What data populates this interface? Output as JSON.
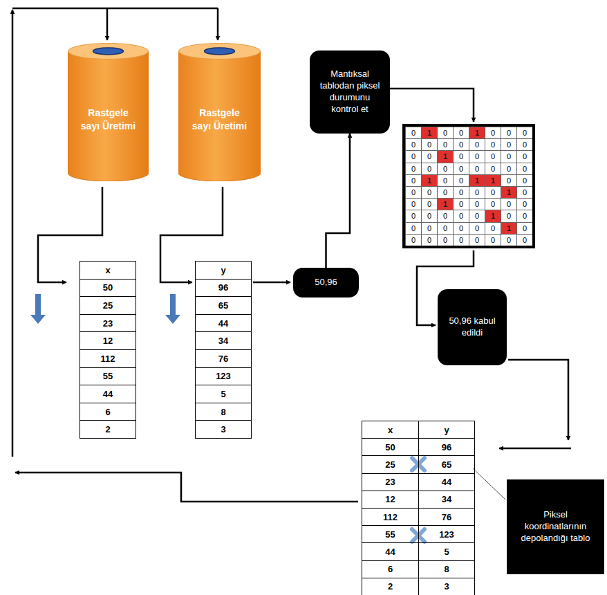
{
  "diagram": {
    "nodes": [
      {
        "text": [
          "Rastgele sayı Üretimi"
        ]
      },
      {
        "text": [
          "Rastgele sayı Üretimi"
        ]
      },
      {
        "text": [
          "Mantıksal tablodan piksel durumunu kontrol et"
        ]
      },
      {
        "text": [
          "50,96"
        ]
      },
      {
        "text": [
          "50,96 kabul edildi"
        ]
      },
      {
        "text": [
          "Piksel koordinatlarının depolandığı tablo"
        ]
      }
    ],
    "edges": [
      {
        "from": 3,
        "to": 2,
        "arrow": "to"
      }
    ],
    "labels": [
      "x",
      "50",
      "25",
      "23",
      "12",
      "112",
      "55",
      "44",
      "6",
      "2",
      "y",
      "96",
      "65",
      "44",
      "34",
      "76",
      "123",
      "5",
      "8",
      "3",
      "0",
      "1",
      "0",
      "0",
      "1",
      "0",
      "0",
      "0",
      "0",
      "0",
      "0",
      "0",
      "0",
      "0",
      "0",
      "0",
      "0",
      "0",
      "1",
      "0",
      "0",
      "0",
      "0",
      "0",
      "0",
      "0",
      "0",
      "0",
      "0",
      "0",
      "0",
      "0",
      "0",
      "1",
      "0",
      "0",
      "1",
      "1",
      "0",
      "0",
      "0",
      "0",
      "0",
      "0",
      "0",
      "0",
      "1",
      "0",
      "0",
      "0",
      "1",
      "0",
      "0",
      "0",
      "0",
      "0",
      "0",
      "0",
      "0",
      "0",
      "0",
      "1",
      "0",
      "0",
      "0",
      "0",
      "0",
      "0",
      "0",
      "0",
      "1",
      "0",
      "0",
      "0",
      "0",
      "0",
      "0",
      "0",
      "0",
      "0",
      "x",
      "y",
      "50",
      "96",
      "25",
      "65",
      "23",
      "44",
      "12",
      "34",
      "112",
      "76",
      "55",
      "123",
      "44",
      "5",
      "6",
      "8",
      "2",
      "3"
    ]
  }
}
